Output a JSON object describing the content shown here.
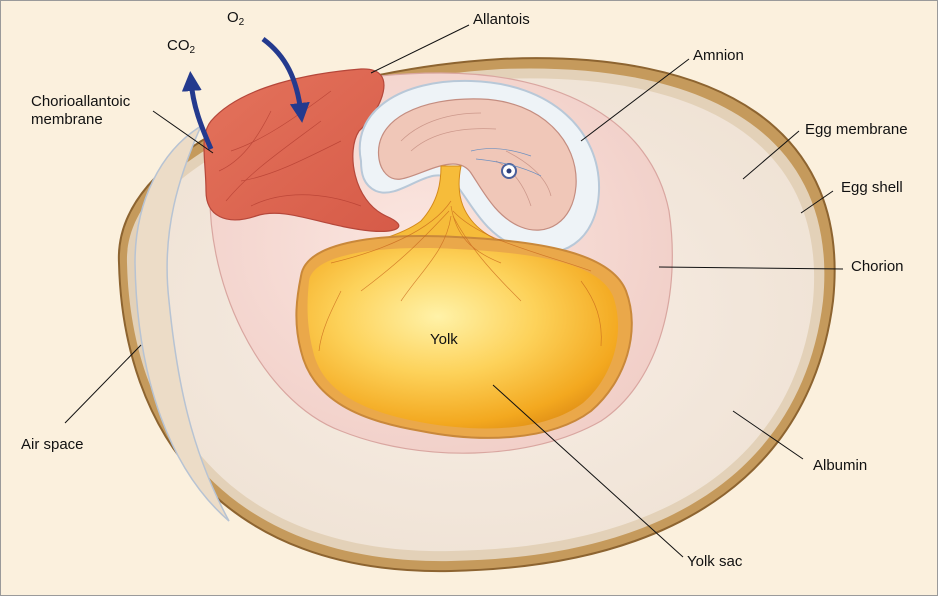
{
  "labels": {
    "o2": "O",
    "o2_sub": "2",
    "co2": "CO",
    "co2_sub": "2",
    "allantois": "Allantois",
    "amnion": "Amnion",
    "chorioallantoic_line1": "Chorioallantoic",
    "chorioallantoic_line2": "membrane",
    "egg_membrane": "Egg membrane",
    "egg_shell": "Egg shell",
    "chorion": "Chorion",
    "yolk": "Yolk",
    "air_space": "Air space",
    "albumin": "Albumin",
    "yolk_sac": "Yolk sac"
  },
  "colors": {
    "background": "#fbf0dd",
    "shell": "#a87a3c",
    "albumin": "#f6eadd",
    "chorion": "#f5d8d2",
    "allantois": "#df6b55",
    "yolk": "#f8b92a",
    "arrow": "#243a8e"
  }
}
